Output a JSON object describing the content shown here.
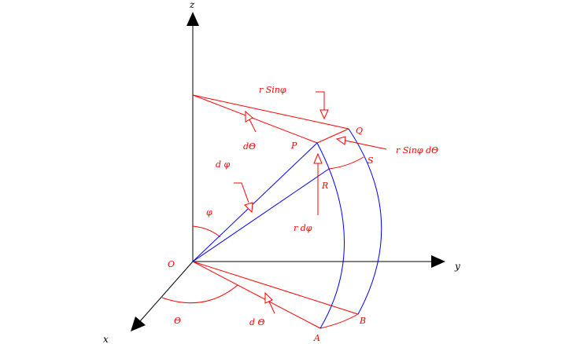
{
  "colors": {
    "axes": "#000000",
    "construction": "#ff0000",
    "arcs": "#0000ff",
    "background": "#ffffff"
  },
  "axes": {
    "z": "z",
    "y": "y",
    "x": "x",
    "origin": "O"
  },
  "points": {
    "P": "P",
    "Q": "Q",
    "S": "S",
    "R": "R",
    "A": "A",
    "B": "B"
  },
  "labels": {
    "r_sin_phi": "r  Sinφ",
    "r_sin_phi_dtheta": "r  Sinφ  dΘ",
    "d_theta_upper": "dΘ",
    "d_phi": "d φ",
    "phi": "φ",
    "r_dphi": "r dφ",
    "theta": "Θ",
    "d_theta_lower": "d Θ"
  }
}
